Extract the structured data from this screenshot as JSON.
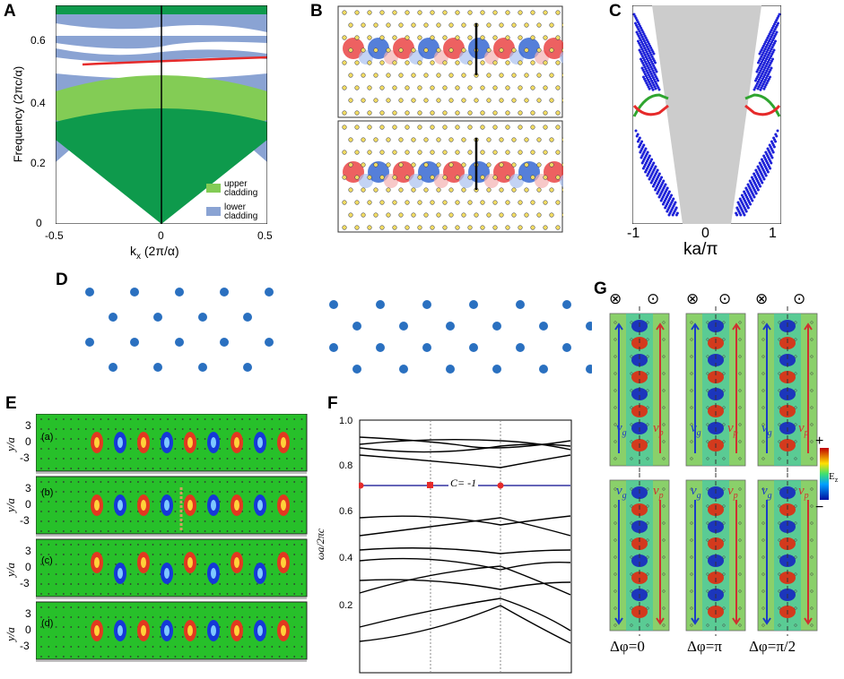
{
  "panels": {
    "A": {
      "letter": "A",
      "ylabel": "Frequency  (2πc/α)",
      "xlabel_k": "k",
      "xlabel_sub": "x",
      "xlabel_unit": "(2π/α)",
      "yticks": [
        "0",
        "0.2",
        "0.4",
        "0.6"
      ],
      "xticks": [
        "-0.5",
        "0",
        "0.5"
      ],
      "legend": [
        {
          "line1": "upper",
          "line2": "cladding",
          "color": "#6cc04a"
        },
        {
          "line1": "lower",
          "line2": "cladding",
          "color": "#8aa3d3"
        }
      ]
    },
    "B": {
      "letter": "B"
    },
    "C": {
      "letter": "C",
      "xlabel": "ka/π",
      "xticks": [
        "-1",
        "0",
        "1"
      ]
    },
    "D": {
      "letter": "D"
    },
    "E": {
      "letter": "E",
      "ylabel": "y/a",
      "subplots": [
        "(a)",
        "(b)",
        "(c)",
        "(d)"
      ],
      "yticks": [
        "3",
        "0",
        "-3"
      ]
    },
    "F": {
      "letter": "F",
      "ylabel": "ωa/2πc",
      "yticks": [
        "0.2",
        "0.4",
        "0.6",
        "0.8",
        "1.0"
      ],
      "chern_label": "C= -1"
    },
    "G": {
      "letter": "G",
      "top_symbols": [
        "⊗",
        "⊙"
      ],
      "vg": "ν",
      "vg_sub": "g",
      "vp": "ν",
      "vp_sub": "p",
      "colorbar_plus": "+",
      "colorbar_minus": "−",
      "colorbar_label": "E",
      "colorbar_sub": "z",
      "captions": [
        "Δφ=0",
        "Δφ=π",
        "Δφ=π/2"
      ]
    }
  },
  "colors": {
    "dark_green": "#0e9a4c",
    "light_green": "#83cc55",
    "blue_band": "#8aa3d3",
    "red_mode": "#e62a2a",
    "field_green": "#27c02a",
    "blue_dot": "#2a70c0",
    "band_blue": "#1e22d8",
    "gray_cone": "#cccccc"
  }
}
